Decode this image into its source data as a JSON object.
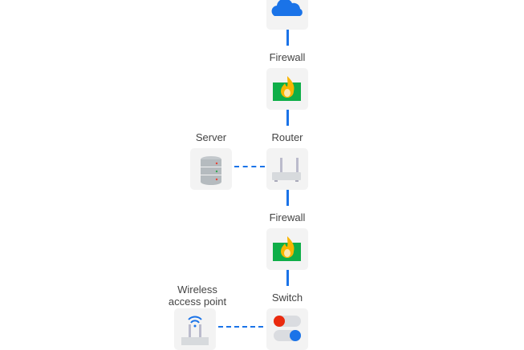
{
  "nodes": {
    "cloud": {
      "icon": "cloud-icon"
    },
    "firewall1": {
      "label": "Firewall",
      "icon": "firewall-icon"
    },
    "router": {
      "label": "Router",
      "icon": "router-icon"
    },
    "server": {
      "label": "Server",
      "icon": "server-icon"
    },
    "firewall2": {
      "label": "Firewall",
      "icon": "firewall-icon"
    },
    "switch": {
      "label": "Switch",
      "icon": "switch-icon"
    },
    "wap": {
      "label_line1": "Wireless",
      "label_line2": "access point",
      "icon": "wireless-access-point-icon"
    }
  },
  "colors": {
    "link": "#1a73e8",
    "firewall": "#0fae48",
    "flame": "#f9b500"
  }
}
